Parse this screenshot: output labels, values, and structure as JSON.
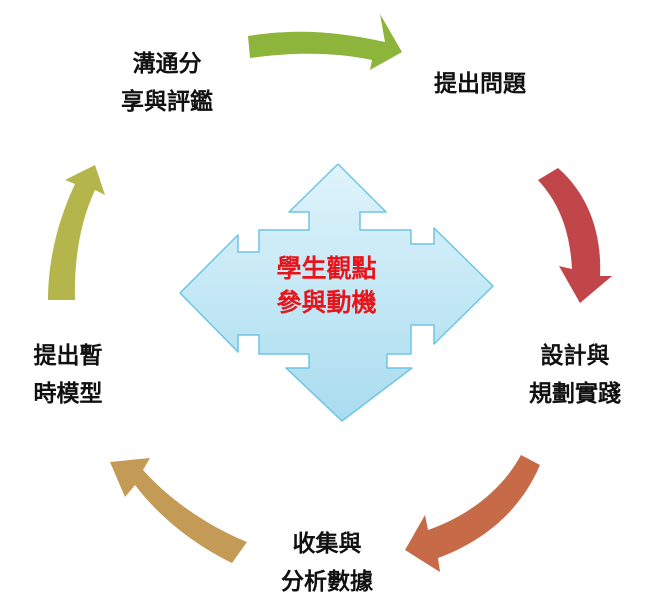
{
  "center": {
    "line1": "學生觀點",
    "line2": "參與動機",
    "text_color": "#e8141b",
    "fill_color": "#bfe8f6"
  },
  "steps": [
    {
      "id": "propose",
      "line1": "提出問題",
      "line2": ""
    },
    {
      "id": "design",
      "line1": "設計與",
      "line2": "規劃實踐"
    },
    {
      "id": "collect",
      "line1": "收集與",
      "line2": "分析數據"
    },
    {
      "id": "model",
      "line1": "提出暫",
      "line2": "時模型"
    },
    {
      "id": "communicate",
      "line1": "溝通分",
      "line2": "享與評鑑"
    }
  ],
  "arrow_colors": {
    "top": "#8db53c",
    "right": "#c0464a",
    "bottom_right": "#c66a47",
    "bottom_left": "#c49a57",
    "left": "#b4b64c"
  }
}
